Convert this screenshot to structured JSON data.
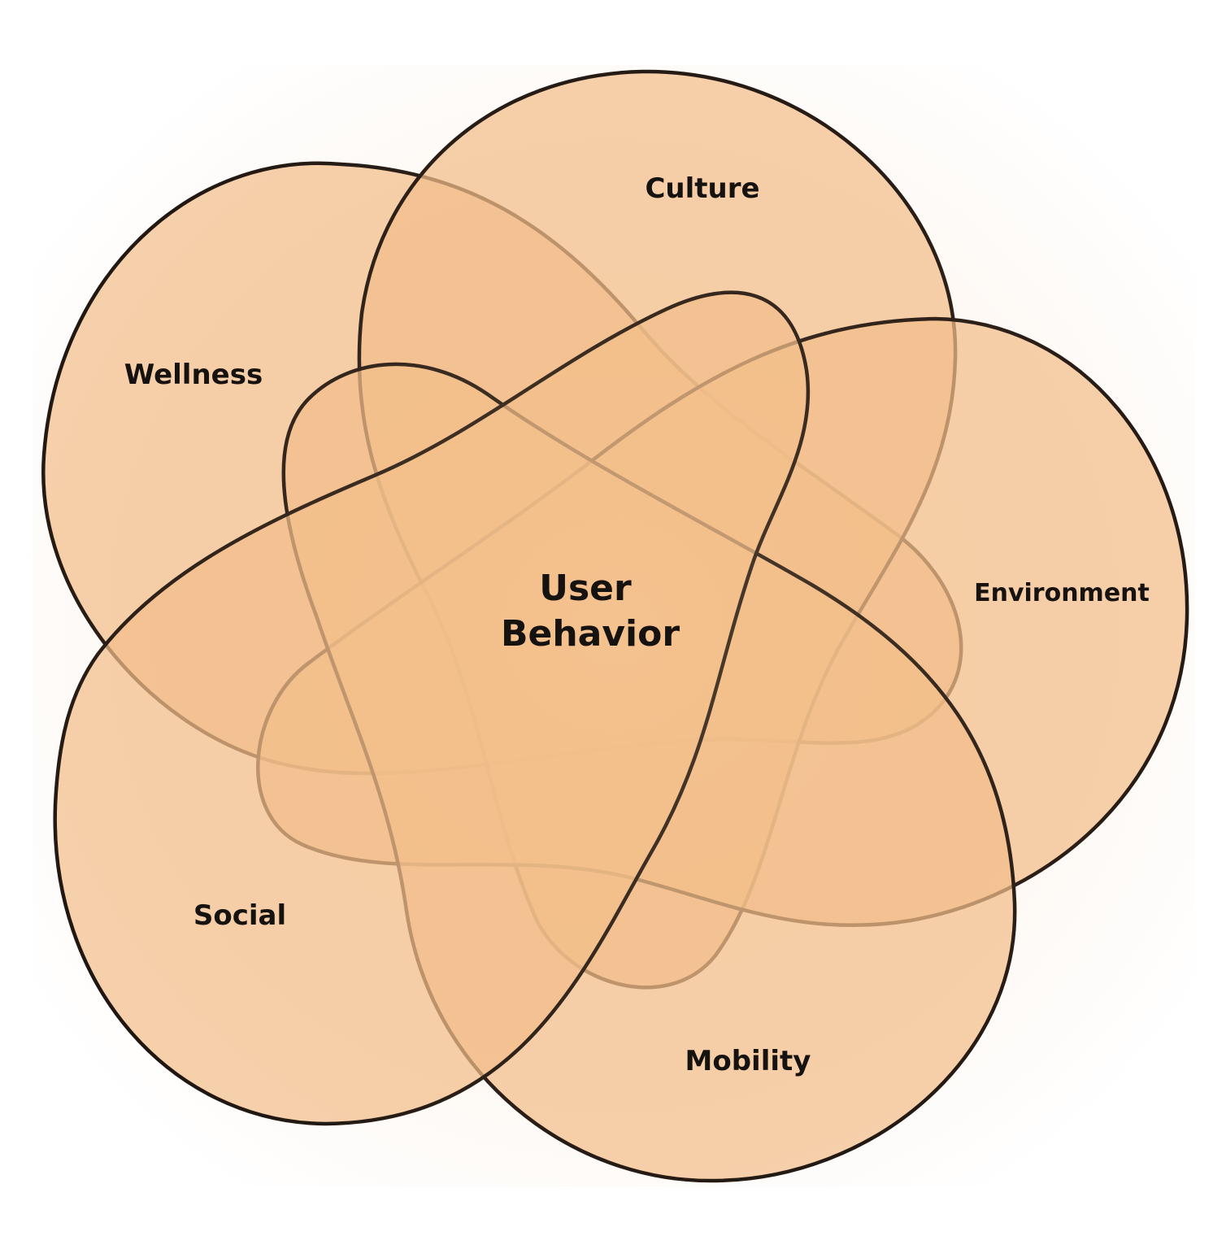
{
  "diagram": {
    "type": "venn",
    "colors": {
      "fill": "#f3bf8c",
      "outline": "#1c1410",
      "text": "#161210"
    },
    "sets": [
      {
        "id": "wellness",
        "label": "Wellness"
      },
      {
        "id": "culture",
        "label": "Culture"
      },
      {
        "id": "environment",
        "label": "Environment"
      },
      {
        "id": "mobility",
        "label": "Mobility"
      },
      {
        "id": "social",
        "label": "Social"
      }
    ],
    "center": {
      "line1": "User",
      "line2": "Behavior"
    }
  }
}
